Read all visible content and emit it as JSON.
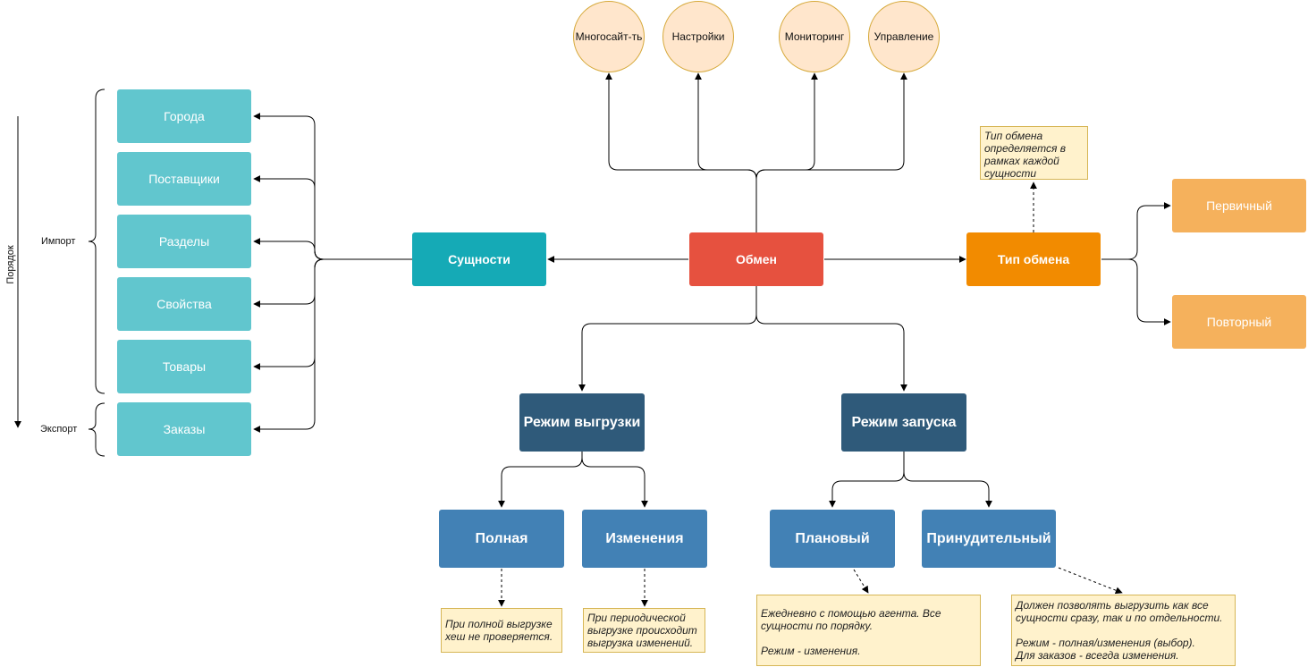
{
  "circles": {
    "multisite": "Многосайт-ть",
    "settings": "Настройки",
    "monitoring": "Мониторинг",
    "management": "Управление"
  },
  "center": "Обмен",
  "entities": {
    "title": "Сущности",
    "items": [
      "Города",
      "Поставщики",
      "Разделы",
      "Свойства",
      "Товары",
      "Заказы"
    ]
  },
  "side": {
    "order": "Порядок",
    "import": "Импорт",
    "export": "Экспорт"
  },
  "exchange_type": {
    "title": "Тип обмена",
    "note": "Тип обмена определяется в рамках каждой сущности",
    "primary": "Первичный",
    "repeat": "Повторный"
  },
  "upload_mode": {
    "title": "Режим выгрузки",
    "full": "Полная",
    "changes": "Изменения",
    "full_note": "При полной выгрузке хеш не проверяется.",
    "changes_note": "При периодической выгрузке происходит выгрузка изменений."
  },
  "launch_mode": {
    "title": "Режим запуска",
    "planned": "Плановый",
    "forced": "Принудительный",
    "planned_note": "Ежедневно с помощью агента. Все сущности по порядку.\n\nРежим - изменения.",
    "forced_note": "Должен позволять выгрузить как все сущности сразу, так и по отдельности.\n\nРежим - полная/изменения (выбор).\nДля заказов - всегда изменения."
  },
  "colors": {
    "center": "#e6513f",
    "entities": "#15aab6",
    "entity_items": "#61c6ce",
    "exchange_type": "#f28b00",
    "exchange_type_items": "#f5b15c",
    "mode": "#2f5a7a",
    "mode_items": "#4281b5",
    "circle_fill": "#ffe6cc",
    "note_fill": "#fff2cc"
  }
}
